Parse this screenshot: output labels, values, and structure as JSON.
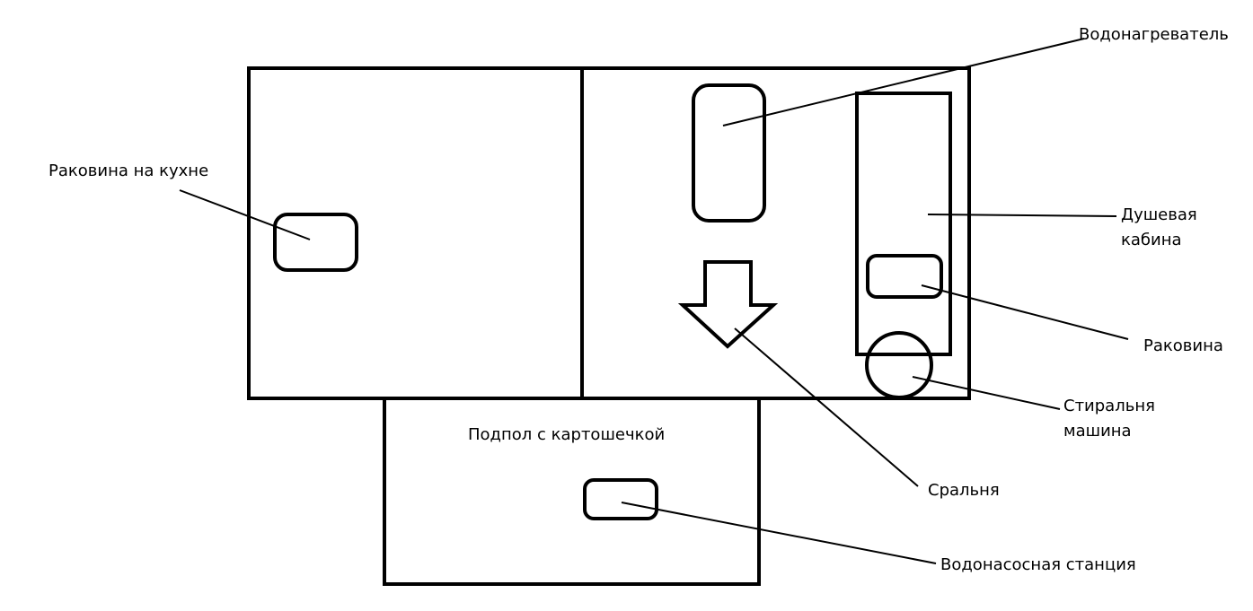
{
  "colors": {
    "stroke": "#000000",
    "background": "#ffffff"
  },
  "labels": {
    "water_heater": "Водонагреватель",
    "kitchen_sink": "Раковина на кухне",
    "shower_line1": "Душевая",
    "shower_line2": "кабина",
    "sink": "Раковина",
    "washer_line1": "Стиральня",
    "washer_line2": "машина",
    "toilet": "Сральня",
    "cellar": "Подпол с картошечкой",
    "pump_station": "Водонасосная станция"
  }
}
